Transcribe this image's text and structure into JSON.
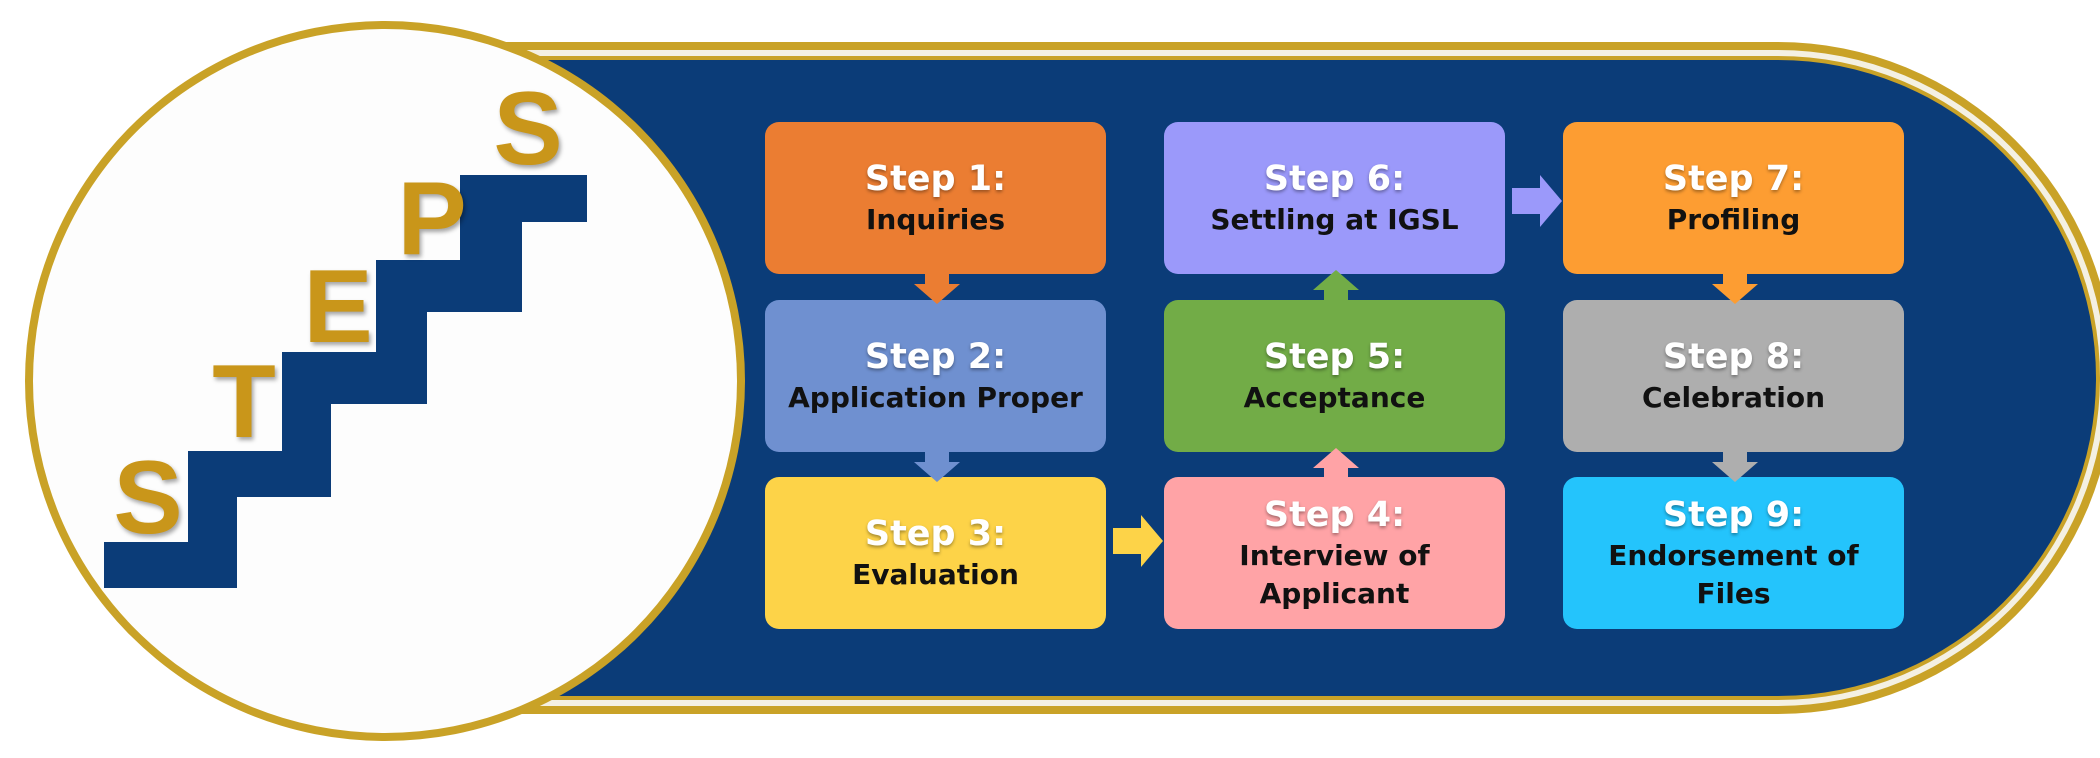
{
  "logo": {
    "letters": [
      "S",
      "T",
      "E",
      "P",
      "S"
    ],
    "letter_color": "#C9961A",
    "stair_color": "#0B3C78"
  },
  "colors": {
    "panel": "#0B3C78",
    "gold_border": "#C9A227"
  },
  "steps": [
    {
      "number": "Step 1:",
      "name": "Inquiries",
      "color": "#EB7D32"
    },
    {
      "number": "Step 2:",
      "name": "Application Proper",
      "color": "#6F90D0"
    },
    {
      "number": "Step 3:",
      "name": "Evaluation",
      "color": "#FDD348"
    },
    {
      "number": "Step 4:",
      "name": "Interview of Applicant",
      "color": "#FFA3A6"
    },
    {
      "number": "Step 5:",
      "name": "Acceptance",
      "color": "#72AC47"
    },
    {
      "number": "Step 6:",
      "name": "Settling at IGSL",
      "color": "#9B99FA"
    },
    {
      "number": "Step 7:",
      "name": "Profiling",
      "color": "#FD9D32"
    },
    {
      "number": "Step 8:",
      "name": "Celebration",
      "color": "#AEAEAE"
    },
    {
      "number": "Step 9:",
      "name": "Endorsement of Files",
      "color": "#24C4FC"
    }
  ],
  "arrows": [
    {
      "from": "Step 1",
      "to": "Step 2",
      "direction": "down",
      "color": "#EB7D32"
    },
    {
      "from": "Step 2",
      "to": "Step 3",
      "direction": "down",
      "color": "#6F90D0"
    },
    {
      "from": "Step 3",
      "to": "Step 4",
      "direction": "right",
      "color": "#FDD348"
    },
    {
      "from": "Step 4",
      "to": "Step 5",
      "direction": "up",
      "color": "#FFA3A6"
    },
    {
      "from": "Step 5",
      "to": "Step 6",
      "direction": "up",
      "color": "#72AC47"
    },
    {
      "from": "Step 6",
      "to": "Step 7",
      "direction": "right",
      "color": "#9B99FA"
    },
    {
      "from": "Step 7",
      "to": "Step 8",
      "direction": "down",
      "color": "#FD9D32"
    },
    {
      "from": "Step 8",
      "to": "Step 9",
      "direction": "down",
      "color": "#AEAEAE"
    }
  ]
}
